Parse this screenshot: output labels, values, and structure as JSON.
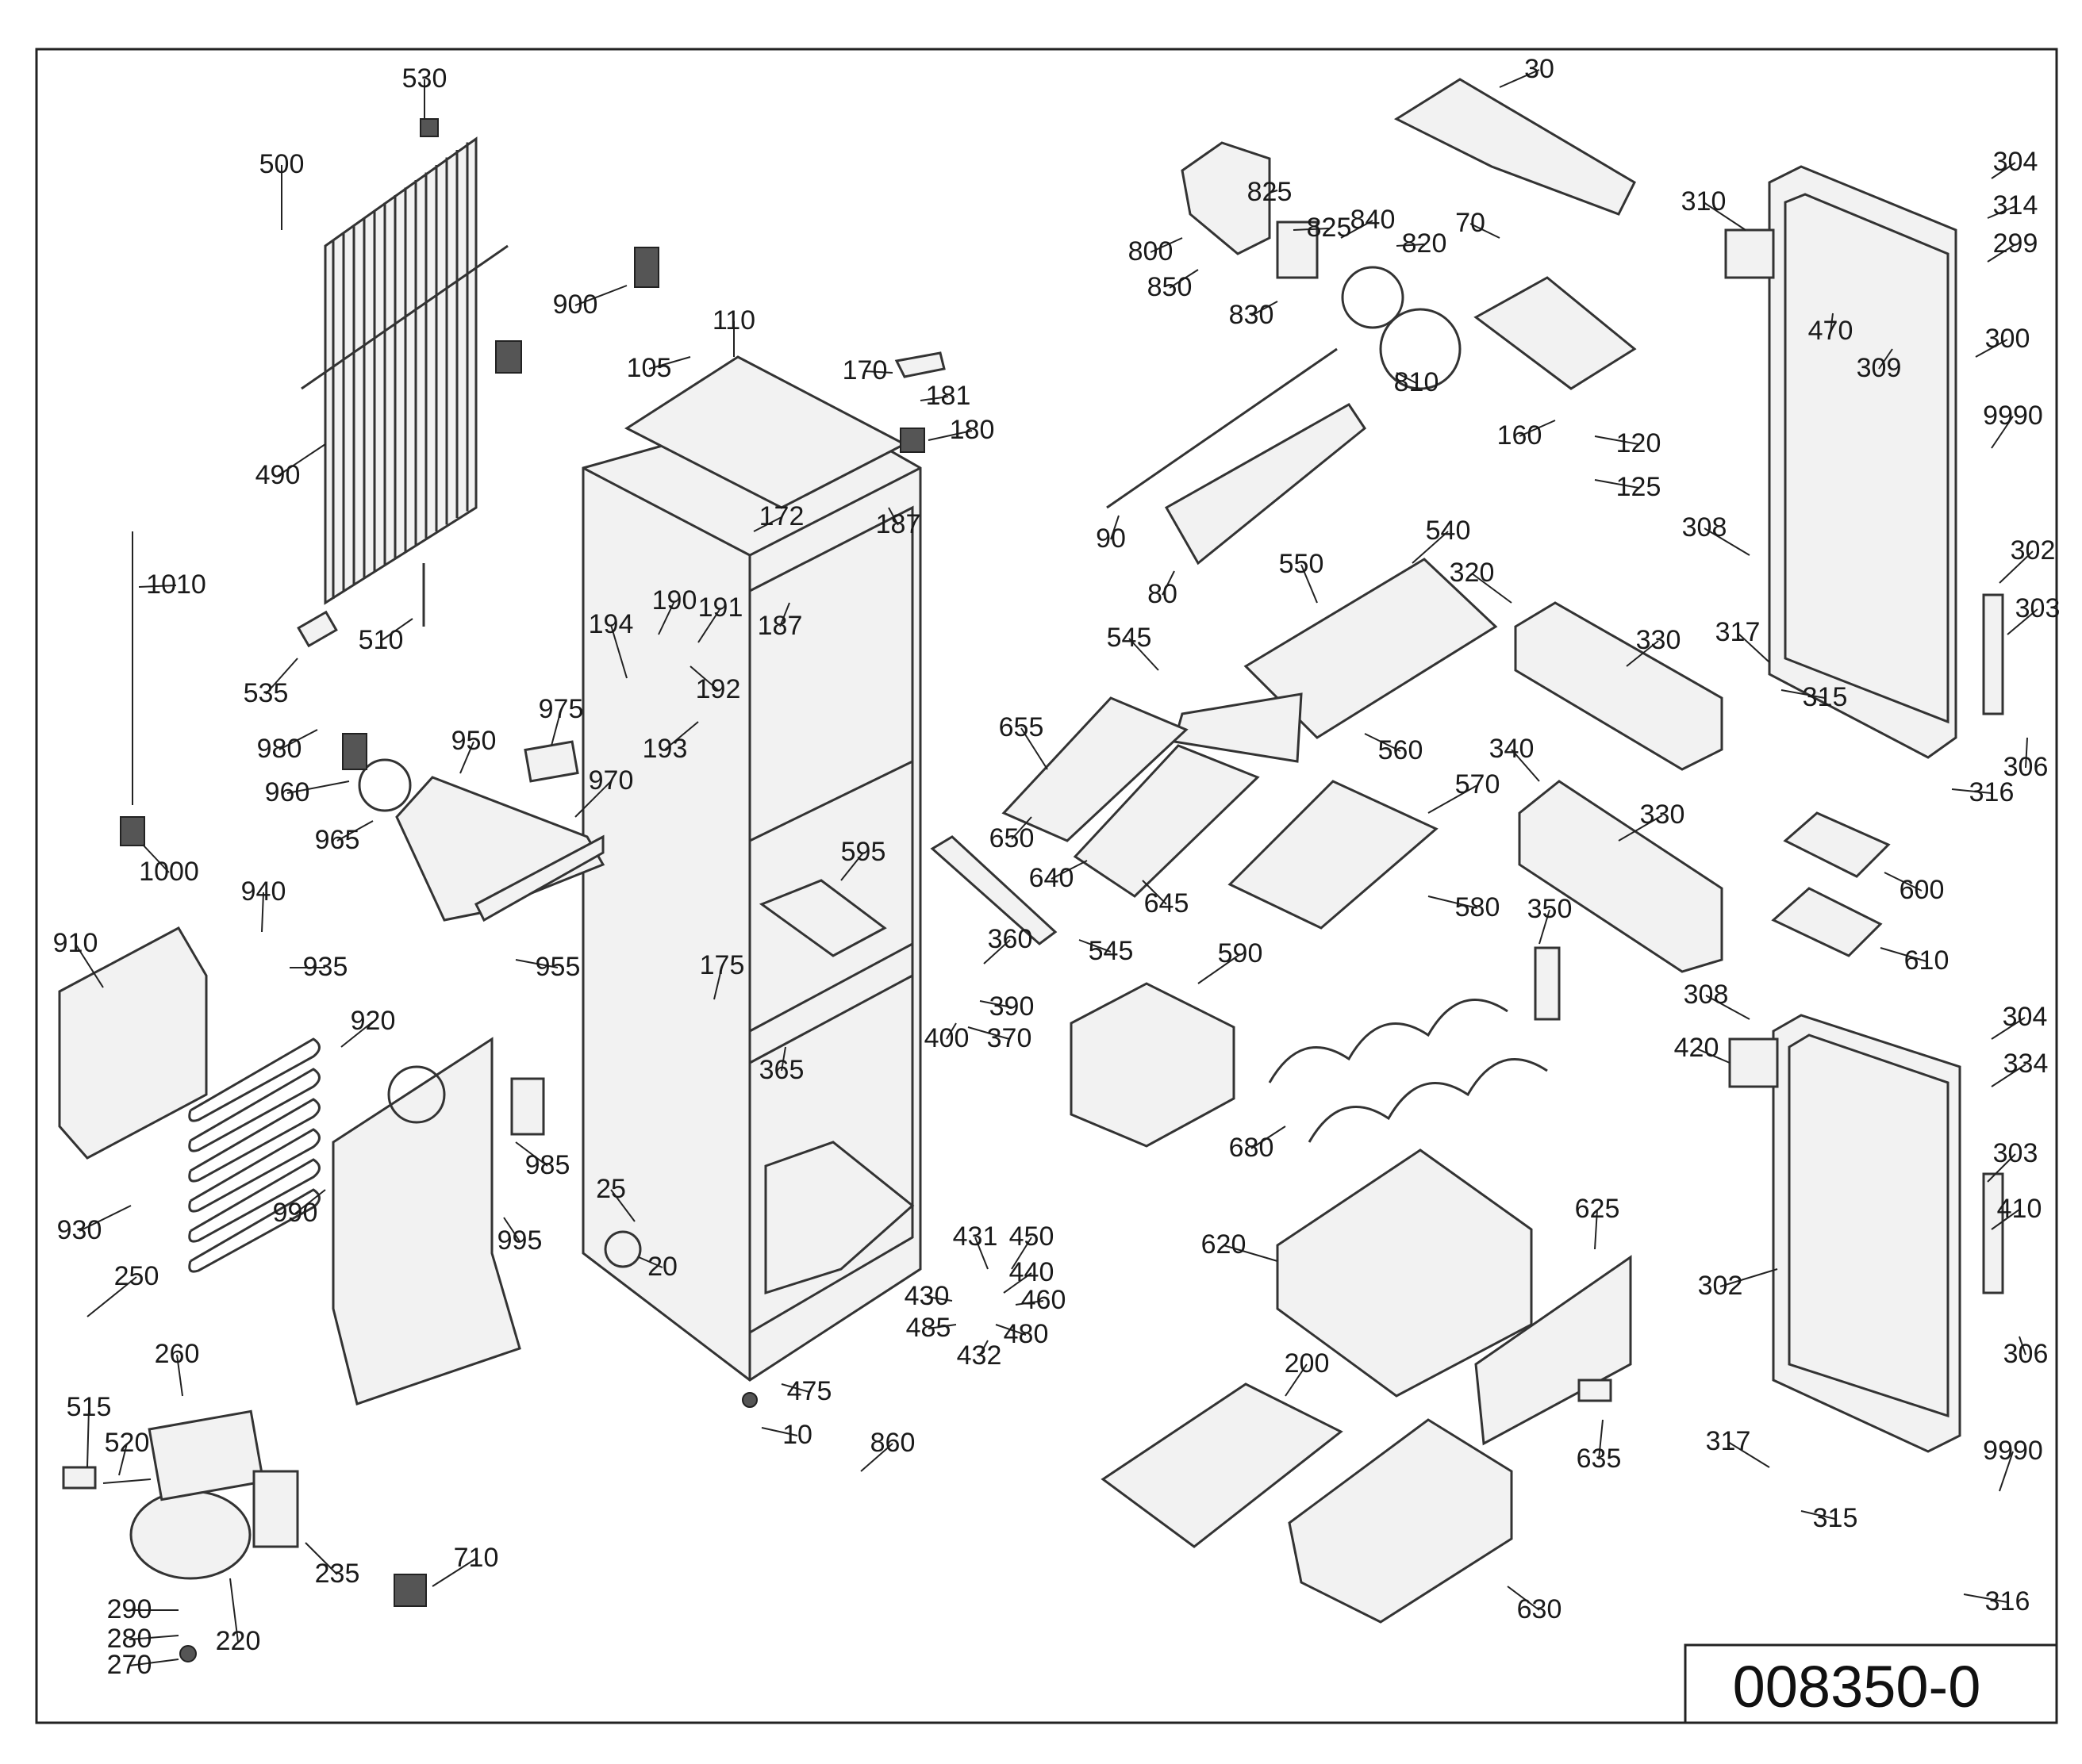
{
  "drawing_number": "008350-0",
  "callouts": [
    "530",
    "500",
    "490",
    "510",
    "535",
    "1010",
    "1000",
    "900",
    "910",
    "940",
    "935",
    "920",
    "930",
    "250",
    "260",
    "515",
    "520",
    "220",
    "235",
    "290",
    "280",
    "270",
    "710",
    "990",
    "985",
    "995",
    "980",
    "960",
    "965",
    "950",
    "955",
    "975",
    "970",
    "194",
    "190",
    "191",
    "192",
    "193",
    "105",
    "110",
    "170",
    "181",
    "180",
    "172",
    "187",
    "187",
    "175",
    "365",
    "595",
    "25",
    "20",
    "475",
    "10",
    "860",
    "360",
    "390",
    "370",
    "400",
    "431",
    "450",
    "440",
    "430",
    "460",
    "485",
    "432",
    "480",
    "800",
    "850",
    "825",
    "825",
    "830",
    "840",
    "820",
    "810",
    "30",
    "70",
    "160",
    "120",
    "125",
    "90",
    "80",
    "540",
    "550",
    "560",
    "545",
    "655",
    "650",
    "640",
    "645",
    "570",
    "580",
    "545",
    "590",
    "680",
    "620",
    "625",
    "635",
    "200",
    "630",
    "320",
    "330",
    "340",
    "330",
    "350",
    "600",
    "610",
    "310",
    "304",
    "314",
    "299",
    "470",
    "309",
    "300",
    "9990",
    "308",
    "302",
    "303",
    "317",
    "315",
    "306",
    "316",
    "308",
    "420",
    "304",
    "334",
    "302",
    "303",
    "410",
    "306",
    "317",
    "315",
    "9990",
    "316"
  ]
}
